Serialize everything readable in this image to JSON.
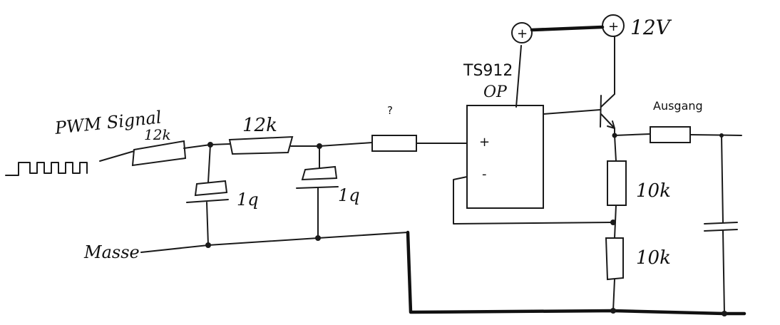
{
  "labels": {
    "pwm_title": "PWM Signal",
    "r1_value": "12k",
    "r2_value": "12k",
    "c1_value": "1q",
    "c2_value": "1q",
    "unknown_resistor": "?",
    "opamp_model": "TS912",
    "opamp_type": "OP",
    "plus_input": "+",
    "minus_input": "-",
    "supply_plus_symbol_left": "+",
    "supply_plus_symbol_right": "+",
    "supply_voltage": "12V",
    "output_label": "Ausgang",
    "r_div_top": "10k",
    "r_div_bottom": "10k",
    "ground_label": "Masse"
  }
}
